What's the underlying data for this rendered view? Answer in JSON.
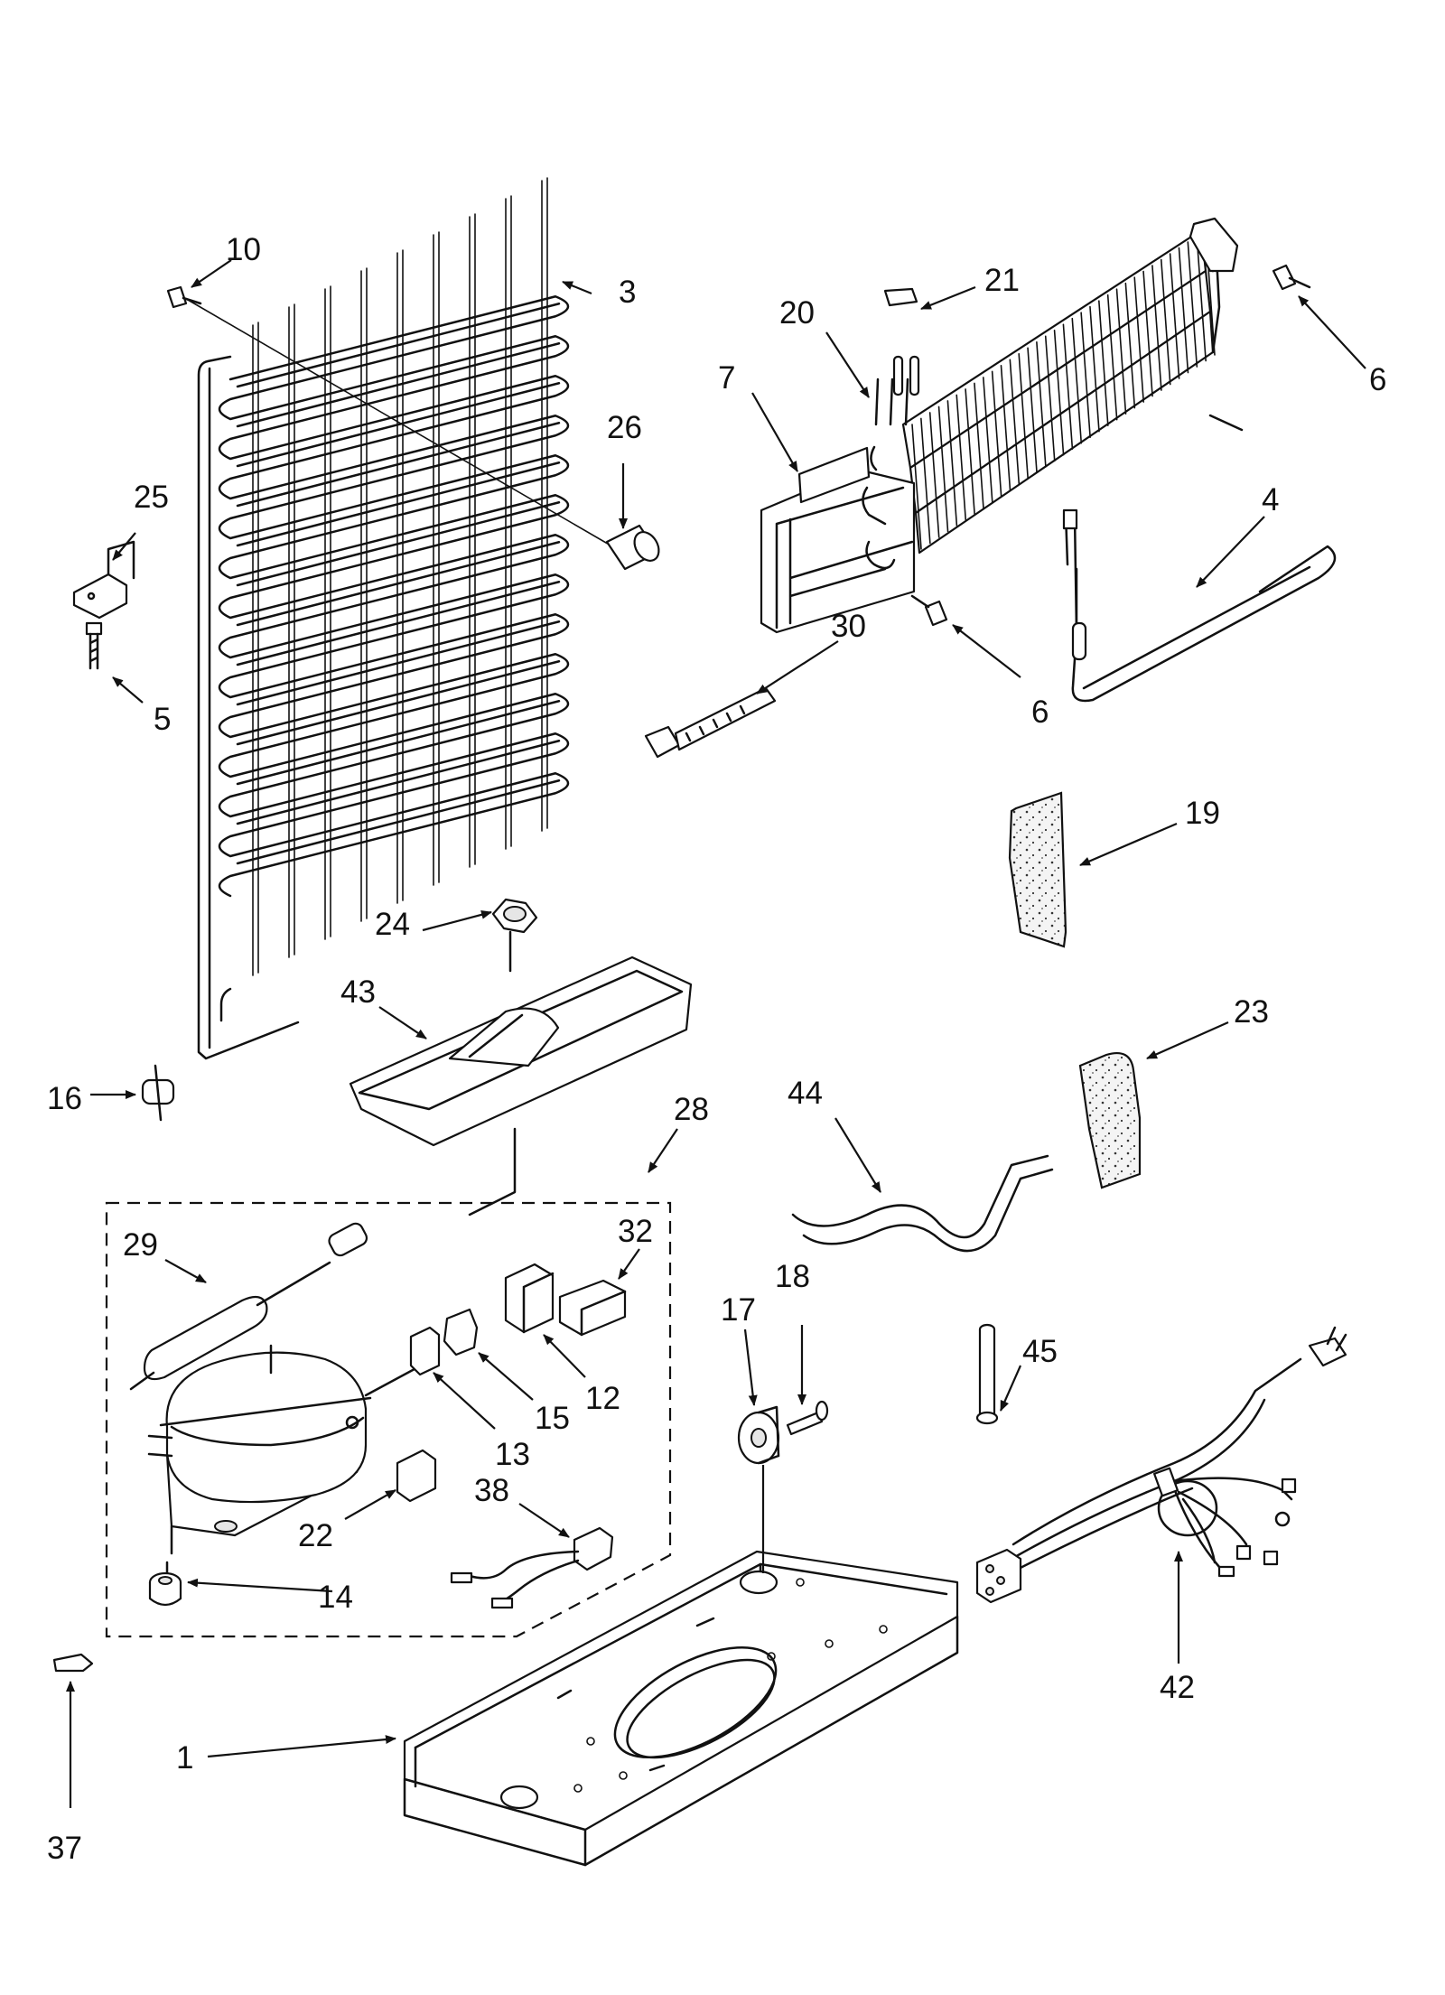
{
  "callouts": [
    "1",
    "3",
    "4",
    "5",
    "6",
    "7",
    "10",
    "12",
    "13",
    "14",
    "15",
    "16",
    "17",
    "18",
    "19",
    "20",
    "21",
    "22",
    "23",
    "24",
    "25",
    "26",
    "28",
    "29",
    "30",
    "32",
    "37",
    "38",
    "42",
    "43",
    "44",
    "45"
  ],
  "labels": {
    "l1": "1",
    "l3": "3",
    "l4": "4",
    "l5": "5",
    "l6a": "6",
    "l6b": "6",
    "l7": "7",
    "l10": "10",
    "l12": "12",
    "l13": "13",
    "l14": "14",
    "l15": "15",
    "l16": "16",
    "l17": "17",
    "l18": "18",
    "l19": "19",
    "l20": "20",
    "l21": "21",
    "l22": "22",
    "l23": "23",
    "l24": "24",
    "l25": "25",
    "l26": "26",
    "l28": "28",
    "l29": "29",
    "l30": "30",
    "l32": "32",
    "l37": "37",
    "l38": "38",
    "l42": "42",
    "l43": "43",
    "l44": "44",
    "l45": "45"
  }
}
